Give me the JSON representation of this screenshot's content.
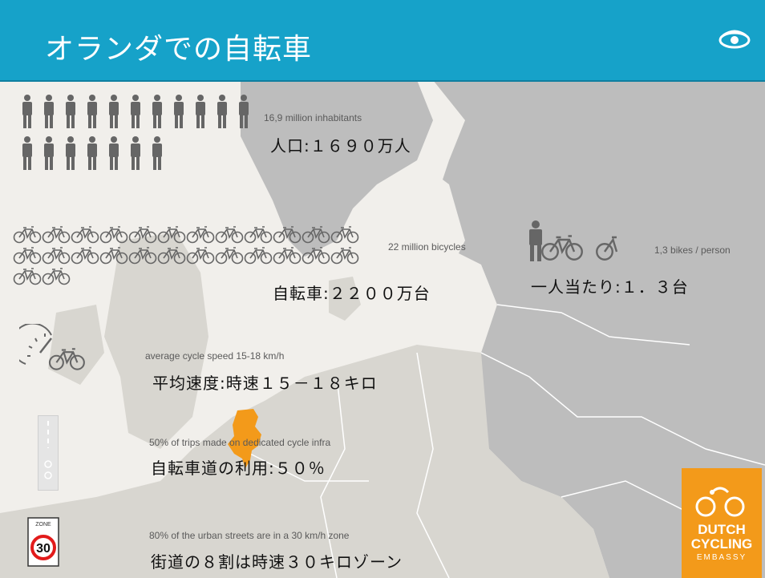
{
  "slide": {
    "title": "オランダでの自転車"
  },
  "stats": {
    "inhabitants": {
      "en": "16,9 million inhabitants",
      "ja": "人口:１６９０万人"
    },
    "bicycles": {
      "en": "22 million bicycles",
      "ja": "自転車:２２００万台"
    },
    "per_person": {
      "en": "1,3 bikes / person",
      "ja": "一人当たり:１．３台"
    },
    "speed": {
      "en": "average cycle speed 15-18 km/h",
      "ja": "平均速度:時速１５－１８キロ"
    },
    "infra": {
      "en": "50% of trips made on dedicated cycle infra",
      "ja": "自転車道の利用:５０％"
    },
    "zone": {
      "en": "80% of the urban streets are in a 30 km/h zone",
      "ja": "街道の８割は時速３０キロゾーン"
    }
  },
  "sign": {
    "top_text": "ZONE",
    "number": "30"
  },
  "badge": {
    "line1": "DUTCH",
    "line2": "CYCLING",
    "line3": "EMBASSY"
  },
  "icons": {
    "person": "person-icon",
    "bicycle": "bicycle-icon",
    "speedometer": "speedometer-icon",
    "logo": "eye-logo-icon"
  },
  "colors": {
    "title_bar": "#16a2c9",
    "netherlands": "#f39a1a",
    "badge": "#f39a1a",
    "sign_red": "#e21b1b",
    "figures": "#666666"
  }
}
